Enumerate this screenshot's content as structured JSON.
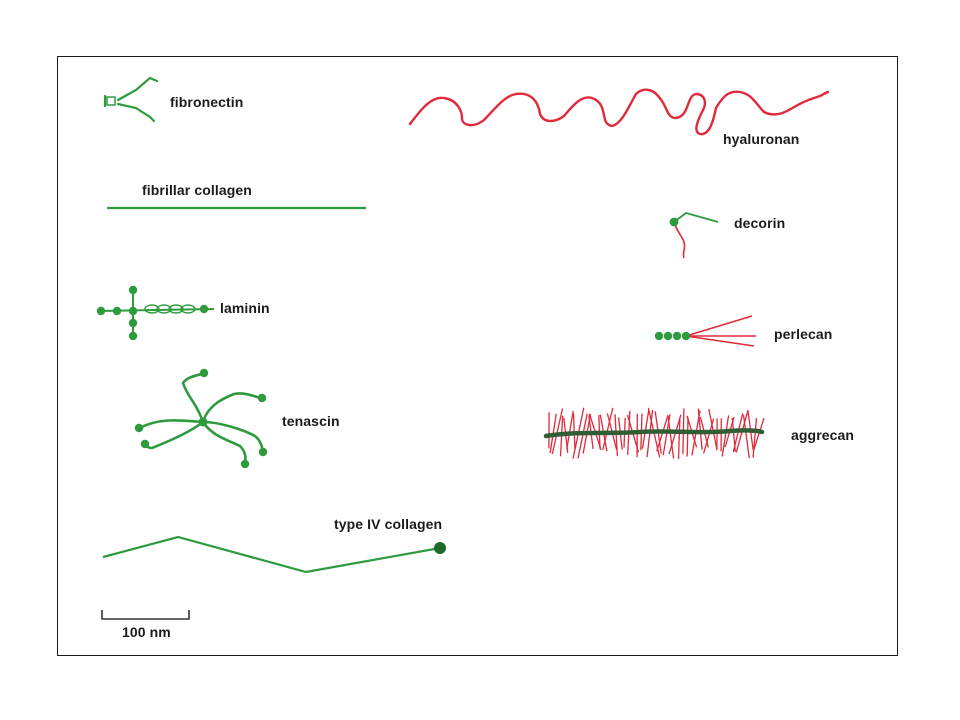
{
  "colors": {
    "protein": "#2e9a3e",
    "protein_dark": "#1f6b2b",
    "polysaccharide": "#e0293a",
    "aggrecan_core": "#2f5e34",
    "frame": "#1a1a1a",
    "text": "#1b1b1b"
  },
  "molecules": {
    "fibronectin": "fibronectin",
    "fibrillar_collagen": "fibrillar collagen",
    "laminin": "laminin",
    "tenascin": "tenascin",
    "type_iv_collagen": "type IV collagen",
    "hyaluronan": "hyaluronan",
    "decorin": "decorin",
    "perlecan": "perlecan",
    "aggrecan": "aggrecan"
  },
  "scale_bar": {
    "label": "100 nm"
  }
}
